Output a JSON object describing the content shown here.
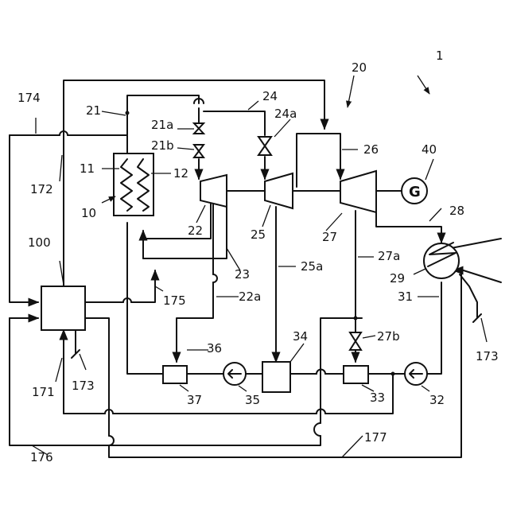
{
  "labels": {
    "n1": "1",
    "n20": "20",
    "n174": "174",
    "n21": "21",
    "n24": "24",
    "n24a": "24a",
    "n21a": "21a",
    "n21b": "21b",
    "n26": "26",
    "n40": "40",
    "n11": "11",
    "n12": "12",
    "n172": "172",
    "n10": "10",
    "n22": "22",
    "n25": "25",
    "n27": "27",
    "n28": "28",
    "n100": "100",
    "n23": "23",
    "n25a": "25a",
    "n27a": "27a",
    "n29": "29",
    "n175": "175",
    "n22a": "22a",
    "n31": "31",
    "n36": "36",
    "n34": "34",
    "n27b": "27b",
    "n173a": "173",
    "n173b": "173",
    "n171": "171",
    "n37": "37",
    "n35": "35",
    "n33": "33",
    "n32": "32",
    "n176": "176",
    "n177": "177",
    "generator": "G"
  }
}
